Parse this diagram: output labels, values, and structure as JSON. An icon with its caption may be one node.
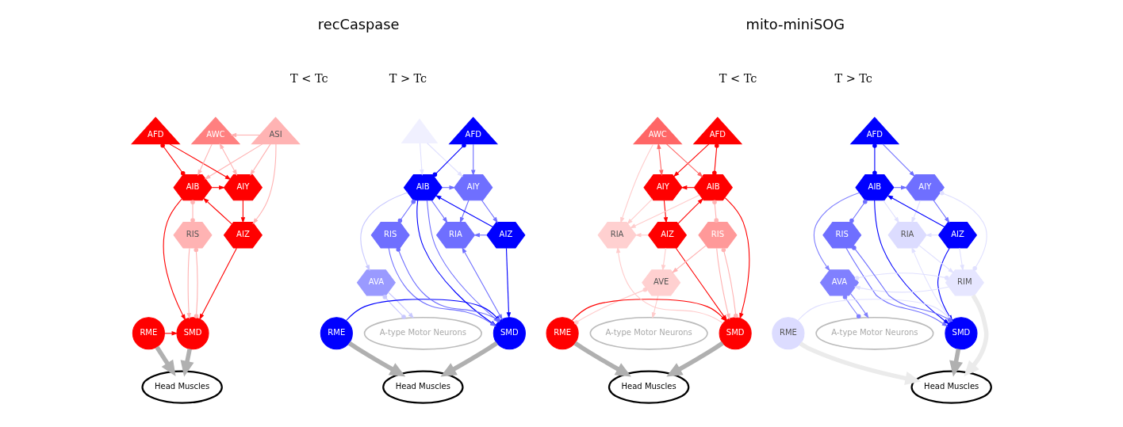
{
  "diagram": {
    "nodes": [
      {
        "text": [
          "ASI"
        ]
      },
      {
        "text": [
          "AFD"
        ]
      },
      {
        "text": [
          "AWC"
        ]
      },
      {
        "text": [
          "AIY"
        ]
      },
      {
        "text": [
          "AIB"
        ]
      },
      {
        "text": [
          "AIZ"
        ]
      },
      {
        "text": [
          "RIS"
        ]
      },
      {
        "text": [
          "RME"
        ]
      },
      {
        "text": [
          "SMD"
        ]
      },
      {
        "text": [
          "Head Muscles"
        ]
      },
      {
        "text": [
          "AFD"
        ]
      },
      {
        "text": [],
        "shape": "triangle"
      },
      {
        "text": [
          "AIY"
        ]
      },
      {
        "text": [
          "AIB"
        ]
      },
      {
        "text": [
          "AIZ"
        ]
      },
      {
        "text": [
          "RIA"
        ]
      },
      {
        "text": [
          "RIS"
        ]
      },
      {
        "text": [
          "AVA"
        ]
      },
      {
        "text": [
          "RME"
        ]
      },
      {
        "text": [
          "SMD"
        ]
      },
      {
        "text": [
          "Head Muscles"
        ]
      },
      {
        "text": [
          "A-type Motor Neurons"
        ]
      },
      {
        "text": [
          "AFD"
        ]
      },
      {
        "text": [
          "AWC"
        ]
      },
      {
        "text": [
          "AIY"
        ]
      },
      {
        "text": [
          "AIB"
        ]
      },
      {
        "text": [
          "AIZ"
        ]
      },
      {
        "text": [
          "RIA"
        ]
      },
      {
        "text": [
          "RIS"
        ]
      },
      {
        "text": [
          "AVE"
        ]
      },
      {
        "text": [
          "RME"
        ]
      },
      {
        "text": [
          "SMD"
        ]
      },
      {
        "text": [
          "Head Muscles"
        ]
      },
      {
        "text": [
          "A-type Motor Neurons"
        ]
      },
      {
        "text": [
          "AFD"
        ]
      },
      {
        "text": [
          "AIY"
        ]
      },
      {
        "text": [
          "AIB"
        ]
      },
      {
        "text": [
          "AIZ"
        ]
      },
      {
        "text": [
          "RIA"
        ]
      },
      {
        "text": [
          "RIS"
        ]
      },
      {
        "text": [
          "RIM"
        ]
      },
      {
        "text": [
          "AVA"
        ]
      },
      {
        "text": [
          "RME"
        ]
      },
      {
        "text": [
          "SMD"
        ]
      },
      {
        "text": [
          "Head Muscles"
        ]
      },
      {
        "text": [
          "A-type Motor Neurons"
        ]
      }
    ],
    "edges": [
      {
        "from": 1,
        "to": 3,
        "arrow": "to",
        "color": "#ff0000"
      },
      {
        "from": 4,
        "to": 1,
        "arrow": "other",
        "color": "#ff0000"
      },
      {
        "from": 2,
        "to": 4,
        "arrow": "to",
        "color": "#ffb3b3"
      },
      {
        "from": 2,
        "to": 3,
        "arrow": "both",
        "color": "#ffb3b3"
      },
      {
        "from": 0,
        "to": 3,
        "arrow": "to",
        "color": "#ffb3b3"
      },
      {
        "from": 0,
        "to": 4,
        "arrow": "to",
        "color": "#ffb3b3"
      },
      {
        "from": 0,
        "to": 5,
        "arrow": "to",
        "color": "#ffb3b3"
      },
      {
        "from": 0,
        "to": 2,
        "arrow": "to",
        "color": "#ffb3b3"
      },
      {
        "from": 4,
        "to": 3,
        "arrow": "to",
        "color": "#ff0000"
      },
      {
        "from": 3,
        "to": 5,
        "arrow": "to",
        "color": "#ff0000"
      },
      {
        "from": 5,
        "to": 4,
        "arrow": "to",
        "color": "#ff0000"
      },
      {
        "from": 5,
        "to": 8,
        "arrow": "to",
        "color": "#ff0000"
      },
      {
        "from": 4,
        "to": 8,
        "arrow": "to",
        "color": "#ff0000"
      },
      {
        "from": 4,
        "to": 6,
        "arrow": "other",
        "color": "#ffb3b3"
      },
      {
        "from": 6,
        "to": 8,
        "arrow": "to",
        "color": "#ffb3b3"
      },
      {
        "from": 8,
        "to": 6,
        "arrow": "other",
        "color": "#ffb3b3"
      },
      {
        "from": 7,
        "to": 8,
        "arrow": "to",
        "color": "#ff0000"
      },
      {
        "from": 7,
        "to": 9,
        "arrow": "to",
        "color": "#b0b0b0",
        "style": "thick"
      },
      {
        "from": 8,
        "to": 9,
        "arrow": "to",
        "color": "#b0b0b0",
        "style": "thick"
      },
      {
        "from": 10,
        "to": 12,
        "arrow": "to",
        "color": "#6f6fff"
      },
      {
        "from": 13,
        "to": 10,
        "arrow": "other",
        "color": "#0000ff"
      },
      {
        "from": 11,
        "to": 13,
        "arrow": "to",
        "color": "#e0e0ff"
      },
      {
        "from": 11,
        "to": 12,
        "arrow": "to",
        "color": "#e0e0ff"
      },
      {
        "from": 13,
        "to": 12,
        "arrow": "to",
        "color": "#6f6fff"
      },
      {
        "from": 12,
        "to": 14,
        "arrow": "to",
        "color": "#6f6fff"
      },
      {
        "from": 12,
        "to": 15,
        "arrow": "to",
        "color": "#6f6fff"
      },
      {
        "from": 14,
        "to": 13,
        "arrow": "to",
        "color": "#0000ff"
      },
      {
        "from": 14,
        "to": 15,
        "arrow": "to",
        "color": "#6f6fff"
      },
      {
        "from": 14,
        "to": 19,
        "arrow": "to",
        "color": "#0000ff"
      },
      {
        "from": 13,
        "to": 15,
        "arrow": "to",
        "color": "#6f6fff"
      },
      {
        "from": 13,
        "to": 19,
        "arrow": "to",
        "color": "#0000ff"
      },
      {
        "from": 13,
        "to": 19,
        "arrow": "to",
        "color": "#6f6fff"
      },
      {
        "from": 19,
        "to": 15,
        "arrow": "both",
        "color": "#6f6fff"
      },
      {
        "from": 13,
        "to": 16,
        "arrow": "other",
        "color": "#6f6fff"
      },
      {
        "from": 16,
        "to": 19,
        "arrow": "to",
        "color": "#6f6fff"
      },
      {
        "from": 19,
        "to": 16,
        "arrow": "other",
        "color": "#6f6fff"
      },
      {
        "from": 13,
        "to": 17,
        "arrow": "to",
        "color": "#c8c8ff"
      },
      {
        "from": 17,
        "to": 21,
        "arrow": "other",
        "color": "#c8c8ff"
      },
      {
        "from": 17,
        "to": 21,
        "arrow": "to",
        "color": "#c8c8ff"
      },
      {
        "from": 18,
        "to": 19,
        "arrow": "to",
        "color": "#0000ff"
      },
      {
        "from": 18,
        "to": 20,
        "arrow": "to",
        "color": "#b0b0b0",
        "style": "thick"
      },
      {
        "from": 19,
        "to": 20,
        "arrow": "to",
        "color": "#b0b0b0",
        "style": "thick"
      },
      {
        "from": 22,
        "to": 24,
        "arrow": "to",
        "color": "#ff0000"
      },
      {
        "from": 25,
        "to": 22,
        "arrow": "other",
        "color": "#ff0000"
      },
      {
        "from": 23,
        "to": 25,
        "arrow": "to",
        "color": "#ff6666"
      },
      {
        "from": 23,
        "to": 24,
        "arrow": "both",
        "color": "#ff6666"
      },
      {
        "from": 25,
        "to": 24,
        "arrow": "to",
        "color": "#ff0000"
      },
      {
        "from": 24,
        "to": 26,
        "arrow": "to",
        "color": "#ff0000"
      },
      {
        "from": 26,
        "to": 25,
        "arrow": "to",
        "color": "#ff0000"
      },
      {
        "from": 26,
        "to": 31,
        "arrow": "to",
        "color": "#ff0000"
      },
      {
        "from": 25,
        "to": 31,
        "arrow": "to",
        "color": "#ff0000"
      },
      {
        "from": 24,
        "to": 27,
        "arrow": "to",
        "color": "#ffcccc"
      },
      {
        "from": 26,
        "to": 27,
        "arrow": "to",
        "color": "#ffcccc"
      },
      {
        "from": 23,
        "to": 27,
        "arrow": "to",
        "color": "#ffcccc"
      },
      {
        "from": 25,
        "to": 27,
        "arrow": "to",
        "color": "#ffcccc"
      },
      {
        "from": 26,
        "to": 29,
        "arrow": "to",
        "color": "#ffcccc"
      },
      {
        "from": 25,
        "to": 28,
        "arrow": "other",
        "color": "#ffb3b3"
      },
      {
        "from": 28,
        "to": 29,
        "arrow": "to",
        "color": "#ffb3b3"
      },
      {
        "from": 28,
        "to": 31,
        "arrow": "to",
        "color": "#ffb3b3"
      },
      {
        "from": 31,
        "to": 28,
        "arrow": "other",
        "color": "#ffb3b3"
      },
      {
        "from": 31,
        "to": 27,
        "arrow": "to",
        "color": "#ffcccc"
      },
      {
        "from": 29,
        "to": 30,
        "arrow": "other",
        "color": "#ffcccc"
      },
      {
        "from": 29,
        "to": 33,
        "arrow": "to",
        "color": "#ffcccc"
      },
      {
        "from": 30,
        "to": 31,
        "arrow": "to",
        "color": "#ff0000"
      },
      {
        "from": 30,
        "to": 32,
        "arrow": "to",
        "color": "#b0b0b0",
        "style": "thick"
      },
      {
        "from": 31,
        "to": 32,
        "arrow": "to",
        "color": "#b0b0b0",
        "style": "thick"
      },
      {
        "from": 34,
        "to": 35,
        "arrow": "to",
        "color": "#6f6fff"
      },
      {
        "from": 36,
        "to": 34,
        "arrow": "other",
        "color": "#0000ff"
      },
      {
        "from": 36,
        "to": 35,
        "arrow": "to",
        "color": "#6f6fff"
      },
      {
        "from": 35,
        "to": 37,
        "arrow": "to",
        "color": "#6f6fff"
      },
      {
        "from": 37,
        "to": 36,
        "arrow": "to",
        "color": "#0000ff"
      },
      {
        "from": 37,
        "to": 43,
        "arrow": "to",
        "color": "#0000ff"
      },
      {
        "from": 36,
        "to": 43,
        "arrow": "to",
        "color": "#0000ff"
      },
      {
        "from": 36,
        "to": 39,
        "arrow": "other",
        "color": "#6f6fff"
      },
      {
        "from": 39,
        "to": 43,
        "arrow": "to",
        "color": "#6f6fff"
      },
      {
        "from": 43,
        "to": 39,
        "arrow": "other",
        "color": "#6f6fff"
      },
      {
        "from": 36,
        "to": 41,
        "arrow": "to",
        "color": "#8080ff"
      },
      {
        "from": 41,
        "to": 45,
        "arrow": "other",
        "color": "#8080ff"
      },
      {
        "from": 41,
        "to": 45,
        "arrow": "to",
        "color": "#8080ff"
      },
      {
        "from": 35,
        "to": 38,
        "arrow": "to",
        "color": "#e0e0ff"
      },
      {
        "from": 37,
        "to": 38,
        "arrow": "to",
        "color": "#e0e0ff"
      },
      {
        "from": 36,
        "to": 38,
        "arrow": "to",
        "color": "#e0e0ff"
      },
      {
        "from": 35,
        "to": 40,
        "arrow": "other",
        "color": "#e0e0ff"
      },
      {
        "from": 37,
        "to": 40,
        "arrow": "to",
        "color": "#e0e0ff"
      },
      {
        "from": 38,
        "to": 40,
        "arrow": "to",
        "color": "#e0e0ff"
      },
      {
        "from": 40,
        "to": 41,
        "arrow": "to",
        "color": "#e0e0ff"
      },
      {
        "from": 40,
        "to": 41,
        "arrow": "other",
        "color": "#e0e0ff"
      },
      {
        "from": 43,
        "to": 38,
        "arrow": "to",
        "color": "#e0e0ff"
      },
      {
        "from": 42,
        "to": 43,
        "arrow": "to",
        "color": "#e0e0ff"
      },
      {
        "from": 40,
        "to": 44,
        "arrow": "to",
        "color": "#ebebeb",
        "style": "thick"
      },
      {
        "from": 42,
        "to": 44,
        "arrow": "to",
        "color": "#ebebeb",
        "style": "thick"
      },
      {
        "from": 43,
        "to": 44,
        "arrow": "to",
        "color": "#b0b0b0",
        "style": "thick"
      }
    ],
    "labels": [
      "recCaspase",
      "mito-miniSOG",
      "T < Tc",
      "T > Tc",
      "T < Tc",
      "T > Tc"
    ]
  }
}
